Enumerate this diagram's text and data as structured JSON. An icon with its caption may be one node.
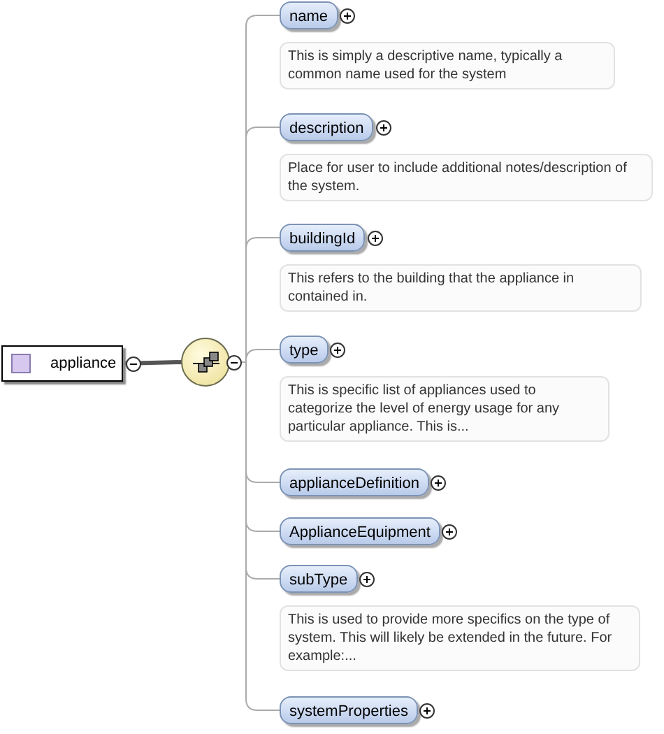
{
  "diagram": {
    "nodes": [
      {
        "text": [
          "appliance"
        ]
      },
      {
        "text": [],
        "shape": "circle"
      },
      {
        "text": [
          "name"
        ],
        "beside": [
          "This is simply a descriptive name, typically a common name used for the system"
        ]
      },
      {
        "text": [
          "description"
        ],
        "beside": [
          "Place for user to include additional notes/description of the system."
        ]
      },
      {
        "text": [
          "buildingId"
        ],
        "beside": [
          "This refers to the building that the appliance in contained in."
        ]
      },
      {
        "text": [
          "type"
        ],
        "beside": [
          "This is specific list of appliances used to categorize the level of energy usage for any particular appliance. This is..."
        ]
      },
      {
        "text": [
          "applianceDefinition"
        ]
      },
      {
        "text": [
          "ApplianceEquipment"
        ]
      },
      {
        "text": [
          "subType"
        ],
        "beside": [
          "This is used to provide more specifics on the type of system. This will likely be extended in the future. For example:..."
        ]
      },
      {
        "text": [
          "systemProperties"
        ]
      }
    ],
    "edges": [
      {
        "from": 0,
        "to": 1,
        "arrow": "none",
        "style": "thick"
      },
      {
        "from": 1,
        "to": 2,
        "arrow": "none"
      },
      {
        "from": 1,
        "to": 3,
        "arrow": "none"
      },
      {
        "from": 1,
        "to": 4,
        "arrow": "none"
      },
      {
        "from": 1,
        "to": 5,
        "arrow": "none"
      },
      {
        "from": 1,
        "to": 6,
        "arrow": "none"
      },
      {
        "from": 1,
        "to": 7,
        "arrow": "none"
      },
      {
        "from": 1,
        "to": 8,
        "arrow": "none"
      },
      {
        "from": 1,
        "to": 9,
        "arrow": "none"
      }
    ]
  }
}
